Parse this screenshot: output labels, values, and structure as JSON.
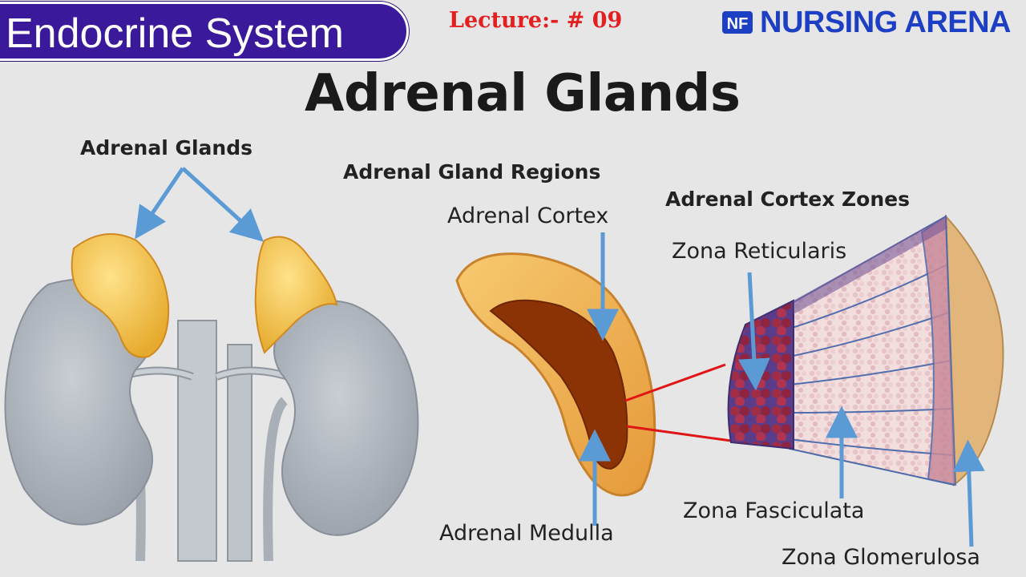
{
  "header": {
    "series_title": "Endocrine System",
    "lecture": "Lecture:- # 09",
    "brand_logo_text": "NF",
    "brand_name": "NURSING ARENA"
  },
  "title": "Adrenal Glands",
  "labels": {
    "kidneys_label": "Adrenal Glands",
    "regions_heading": "Adrenal Gland Regions",
    "cortex": "Adrenal Cortex",
    "medulla": "Adrenal Medulla",
    "zones_heading": "Adrenal Cortex Zones",
    "reticularis": "Zona Reticularis",
    "fasciculata": "Zona Fasciculata",
    "glomerulosa": "Zona Glomerulosa"
  },
  "colors": {
    "badge": "#3a1a9a",
    "lecture": "#e22020",
    "brand": "#1d3fc4",
    "arrow": "#5b9bd5",
    "connector": "#e01515",
    "gland": "#f1c34a",
    "medulla": "#8c3306",
    "kidney": "#aeb4bc"
  }
}
